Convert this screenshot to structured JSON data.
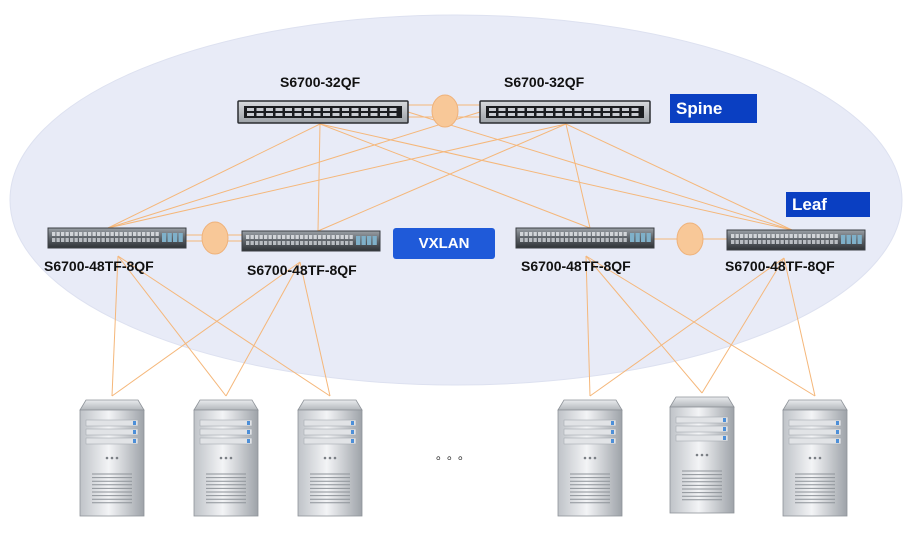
{
  "colors": {
    "ellipse": "#e8ebf7",
    "link": "#f5b77a",
    "stack_bubble": "#f8c898",
    "spine_tag": "#0a3fc2",
    "vxlan_tag": "#1f5ad9"
  },
  "spine": {
    "tag": "Spine",
    "switches": [
      {
        "label": "S6700-32QF",
        "icon": "spine-switch-icon"
      },
      {
        "label": "S6700-32QF",
        "icon": "spine-switch-icon"
      }
    ]
  },
  "leaf": {
    "tag": "Leaf",
    "switches": [
      {
        "label": "S6700-48TF-8QF",
        "icon": "leaf-switch-icon"
      },
      {
        "label": "S6700-48TF-8QF",
        "icon": "leaf-switch-icon"
      },
      {
        "label": "S6700-48TF-8QF",
        "icon": "leaf-switch-icon"
      },
      {
        "label": "S6700-48TF-8QF",
        "icon": "leaf-switch-icon"
      }
    ]
  },
  "overlay": {
    "label": "VXLAN"
  },
  "servers": {
    "count": 6,
    "icon": "server-icon",
    "ellipsis": "。。。"
  }
}
